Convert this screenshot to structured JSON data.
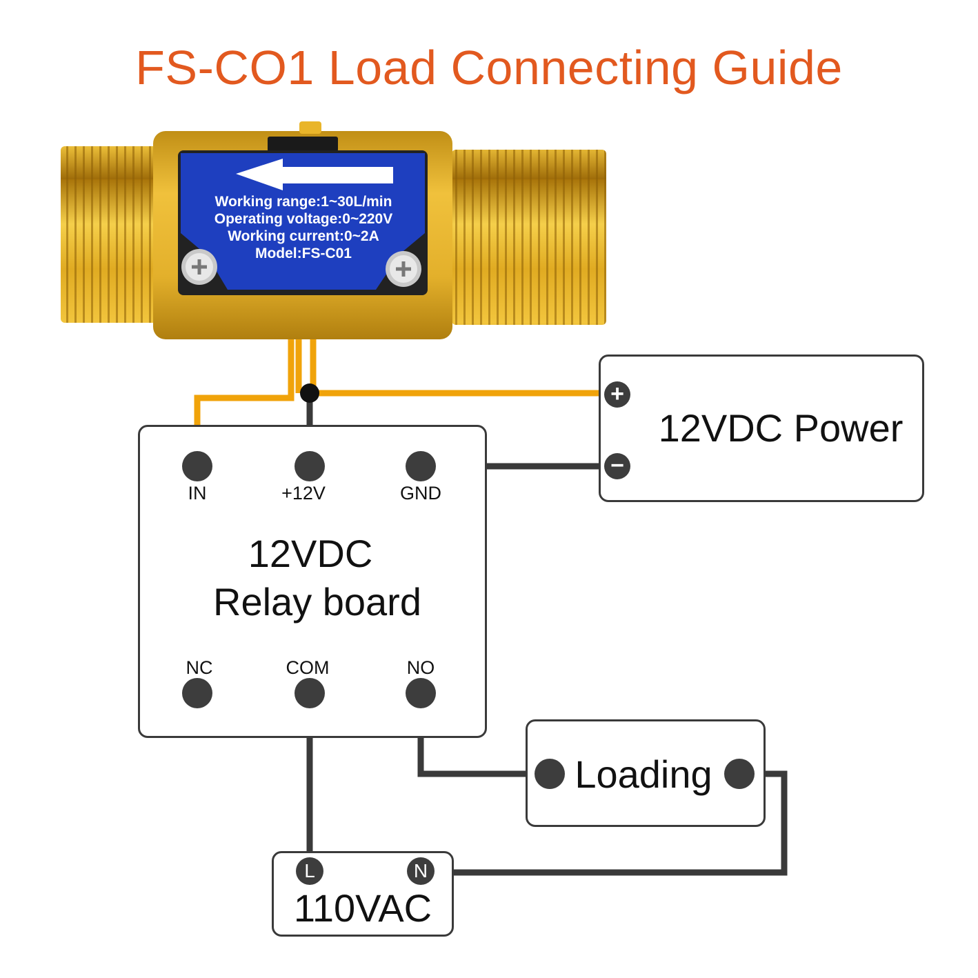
{
  "title": "FS-CO1 Load Connecting Guide",
  "colors": {
    "title": "#e2591f",
    "signal_wire": "#f0a30a",
    "dark_wire": "#3a3a3a",
    "brass": "#d9a21f",
    "plate_blue": "#1e3fbf"
  },
  "sensor": {
    "spec_lines": [
      "Working range:1~30L/min",
      "Operating voltage:0~220V",
      "Working current:0~2A",
      "Model:FS-C01"
    ],
    "arrow_icon": "left-arrow-icon"
  },
  "power_supply": {
    "label": "12VDC Power",
    "plus": "+",
    "minus": "−"
  },
  "relay_board": {
    "line1": "12VDC",
    "line2": "Relay board",
    "terminals_top": [
      "IN",
      "+12V",
      "GND"
    ],
    "terminals_bottom": [
      "NC",
      "COM",
      "NO"
    ]
  },
  "load": {
    "label": "Loading"
  },
  "ac_source": {
    "label": "110VAC",
    "l": "L",
    "n": "N"
  }
}
